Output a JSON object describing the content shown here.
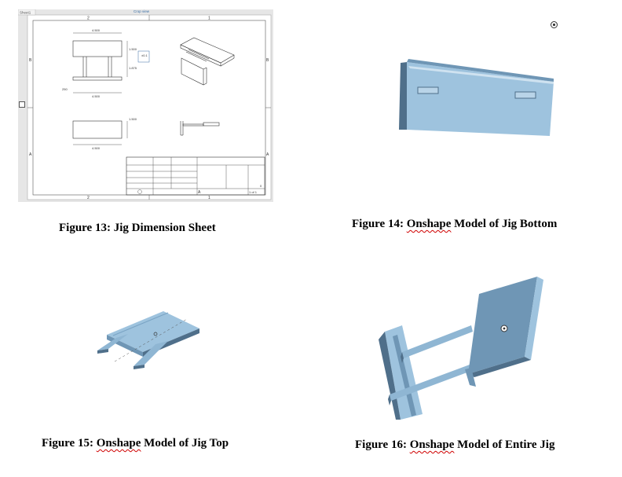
{
  "figures": [
    {
      "caption_prefix": "Figure 13:",
      "caption_rest": "Jig Dimension Sheet",
      "drawing": {
        "sheet_tab": "Sheet1",
        "crop_label": "Crop view",
        "col_labels": [
          "2",
          "1"
        ],
        "row_labels": [
          "B",
          "A"
        ],
        "dims": {
          "top_width": "4.500",
          "height_a": "1.500",
          "height_b": "1.875",
          "tol_box": "±0.1",
          "side": "250",
          "bottom_width": "4.500",
          "front_width": "4.500",
          "front_height": "1.500"
        },
        "title_block": {
          "size": "A",
          "sheet": "1 of 1",
          "rev": "0"
        }
      }
    },
    {
      "caption_prefix": "Figure 14:",
      "caption_squiggle": "Onshape",
      "caption_rest": "Model of Jig Bottom"
    },
    {
      "caption_prefix": "Figure 15:",
      "caption_squiggle": "Onshape",
      "caption_rest": "Model of Jig Top"
    },
    {
      "caption_prefix": "Figure 16:",
      "caption_squiggle": "Onshape",
      "caption_rest": "Model of Entire Jig"
    }
  ],
  "colors": {
    "part_face": "#9ec3de",
    "part_side": "#6f96b5",
    "part_dark": "#4f6f8a",
    "drawing_line": "#333333"
  },
  "icons": [
    "origin-marker-icon",
    "view-cube-icon",
    "origin-triad-icon"
  ]
}
